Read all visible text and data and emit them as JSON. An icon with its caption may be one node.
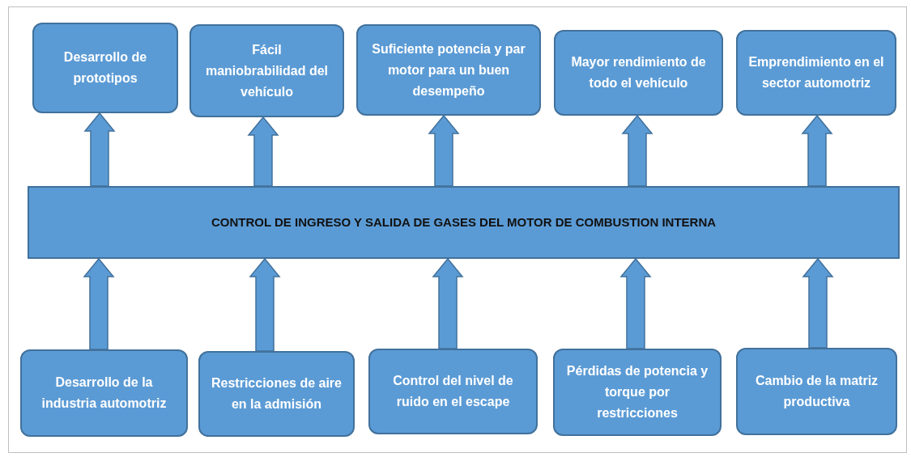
{
  "diagram": {
    "nodes": [
      {
        "text": [
          "Desarrollo de prototipos"
        ]
      },
      {
        "text": [
          "Fácil maniobrabilidad del vehículo"
        ]
      },
      {
        "text": [
          "Suficiente potencia y par motor para un buen desempeño"
        ]
      },
      {
        "text": [
          "Mayor rendimiento de todo el vehículo"
        ]
      },
      {
        "text": [
          "Emprendimiento en el sector automotriz"
        ]
      },
      {
        "text": [
          "CONTROL DE INGRESO Y SALIDA DE GASES DEL MOTOR DE COMBUSTION INTERNA"
        ]
      },
      {
        "text": [
          "Desarrollo de la industria automotriz"
        ]
      },
      {
        "text": [
          "Restricciones de aire en la admisión"
        ]
      },
      {
        "text": [
          "Control del nivel de ruido en el escape"
        ]
      },
      {
        "text": [
          "Pérdidas de potencia y torque por restricciones"
        ]
      },
      {
        "text": [
          "Cambio de la matriz productiva"
        ]
      }
    ],
    "edges": [
      {
        "from": 5,
        "to": 0,
        "arrow": "to"
      },
      {
        "from": 5,
        "to": 1,
        "arrow": "to"
      },
      {
        "from": 5,
        "to": 2,
        "arrow": "to"
      },
      {
        "from": 5,
        "to": 3,
        "arrow": "to"
      },
      {
        "from": 5,
        "to": 4,
        "arrow": "to"
      },
      {
        "from": 6,
        "to": 5,
        "arrow": "to"
      },
      {
        "from": 7,
        "to": 5,
        "arrow": "to"
      },
      {
        "from": 8,
        "to": 5,
        "arrow": "to"
      },
      {
        "from": 9,
        "to": 5,
        "arrow": "to"
      },
      {
        "from": 10,
        "to": 5,
        "arrow": "to"
      }
    ]
  }
}
